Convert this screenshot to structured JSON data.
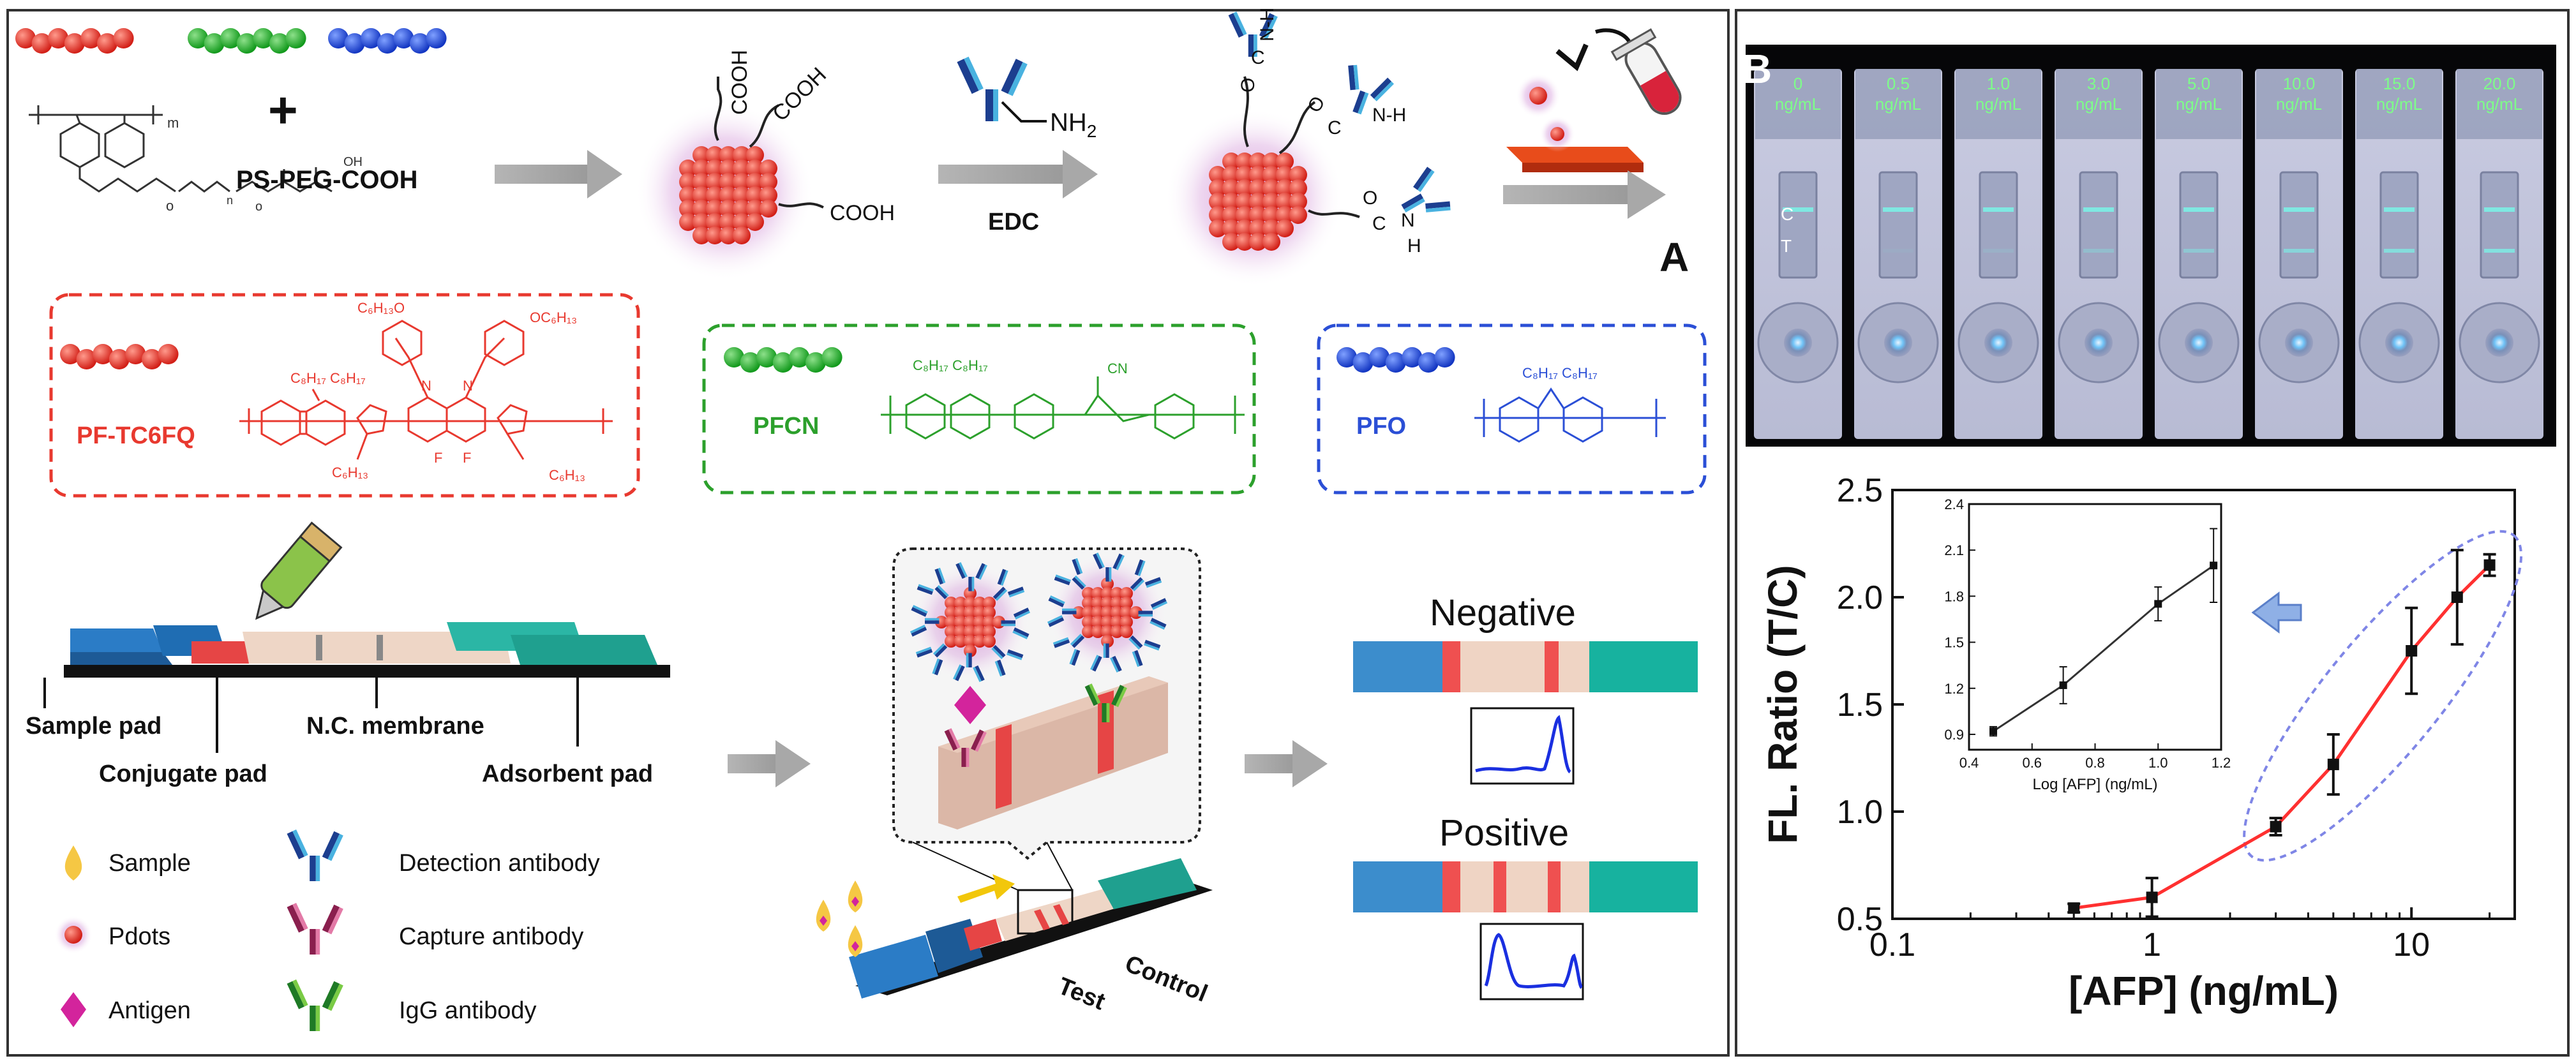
{
  "panel_a": {
    "label": "A",
    "reagent": "PS-PEG-COOH",
    "plus": "+",
    "cooh": "COOH",
    "edc": "EDC",
    "nh2": "NH",
    "nh2_sub": "2",
    "polymers": [
      {
        "name": "PF-TC6FQ",
        "color": "#e8392f"
      },
      {
        "name": "PFCN",
        "color": "#2ca02c"
      },
      {
        "name": "PFO",
        "color": "#2b4fd6"
      }
    ],
    "strip_parts": {
      "sample_pad": "Sample pad",
      "conjugate_pad": "Conjugate pad",
      "nc_membrane": "N.C. membrane",
      "adsorbent_pad": "Adsorbent pad"
    },
    "legend": {
      "sample": "Sample",
      "pdots": "Pdots",
      "antigen": "Antigen",
      "detection": "Detection antibody",
      "capture": "Capture antibody",
      "igg": "IgG antibody"
    },
    "control": "Control",
    "test": "Test",
    "negative": "Negative",
    "positive": "Positive"
  },
  "panel_b": {
    "label": "B",
    "strips": [
      "0 ng/mL",
      "0.5 ng/mL",
      "1.0 ng/mL",
      "3.0 ng/mL",
      "5.0 ng/mL",
      "10.0 ng/mL",
      "15.0 ng/mL",
      "20.0 ng/mL"
    ],
    "test_line_intensity": [
      0.0,
      0.08,
      0.15,
      0.35,
      0.5,
      0.7,
      0.82,
      0.9
    ],
    "c_mark": "C",
    "t_mark": "T"
  },
  "chart_data": [
    {
      "type": "scatter",
      "xlabel": "[AFP] (ng/mL)",
      "ylabel": "FL. Ratio (T/C)",
      "xscale": "log",
      "xlim": [
        0.1,
        25
      ],
      "ylim": [
        0.5,
        2.5
      ],
      "xticks": [
        0.1,
        1,
        10
      ],
      "xtick_labels": [
        "0.1",
        "1",
        "10"
      ],
      "yticks": [
        0.5,
        1.0,
        1.5,
        2.0,
        2.5
      ],
      "ytick_labels": [
        "0.5",
        "1.0",
        "1.5",
        "2.0",
        "2.5"
      ],
      "points": [
        {
          "x": 0.5,
          "y": 0.55,
          "err": 0.02
        },
        {
          "x": 1.0,
          "y": 0.6,
          "err": 0.09
        },
        {
          "x": 3.0,
          "y": 0.93,
          "err": 0.04
        },
        {
          "x": 5.0,
          "y": 1.22,
          "err": 0.14
        },
        {
          "x": 10.0,
          "y": 1.75,
          "err": 0.2
        },
        {
          "x": 15.0,
          "y": 2.0,
          "err": 0.22
        },
        {
          "x": 20.0,
          "y": 2.15,
          "err": 0.05
        }
      ],
      "fit": {
        "color": "#ff3030"
      },
      "highlight": {
        "color": "#7f86e6"
      }
    },
    {
      "type": "line",
      "xlabel": "Log [AFP] (ng/mL)",
      "xlim": [
        0.4,
        1.2
      ],
      "ylim": [
        0.8,
        2.4
      ],
      "xticks": [
        0.4,
        0.6,
        0.8,
        1.0,
        1.2
      ],
      "xtick_labels": [
        "0.4",
        "0.6",
        "0.8",
        "1.0",
        "1.2"
      ],
      "yticks": [
        0.9,
        1.2,
        1.5,
        1.8,
        2.1,
        2.4
      ],
      "ytick_labels": [
        "0.9",
        "1.2",
        "1.5",
        "1.8",
        "2.1",
        "2.4"
      ],
      "points": [
        {
          "x": 0.477,
          "y": 0.92,
          "err": 0.03
        },
        {
          "x": 0.699,
          "y": 1.22,
          "err": 0.12
        },
        {
          "x": 1.0,
          "y": 1.75,
          "err": 0.11
        },
        {
          "x": 1.176,
          "y": 2.0,
          "err": 0.24
        }
      ]
    }
  ]
}
